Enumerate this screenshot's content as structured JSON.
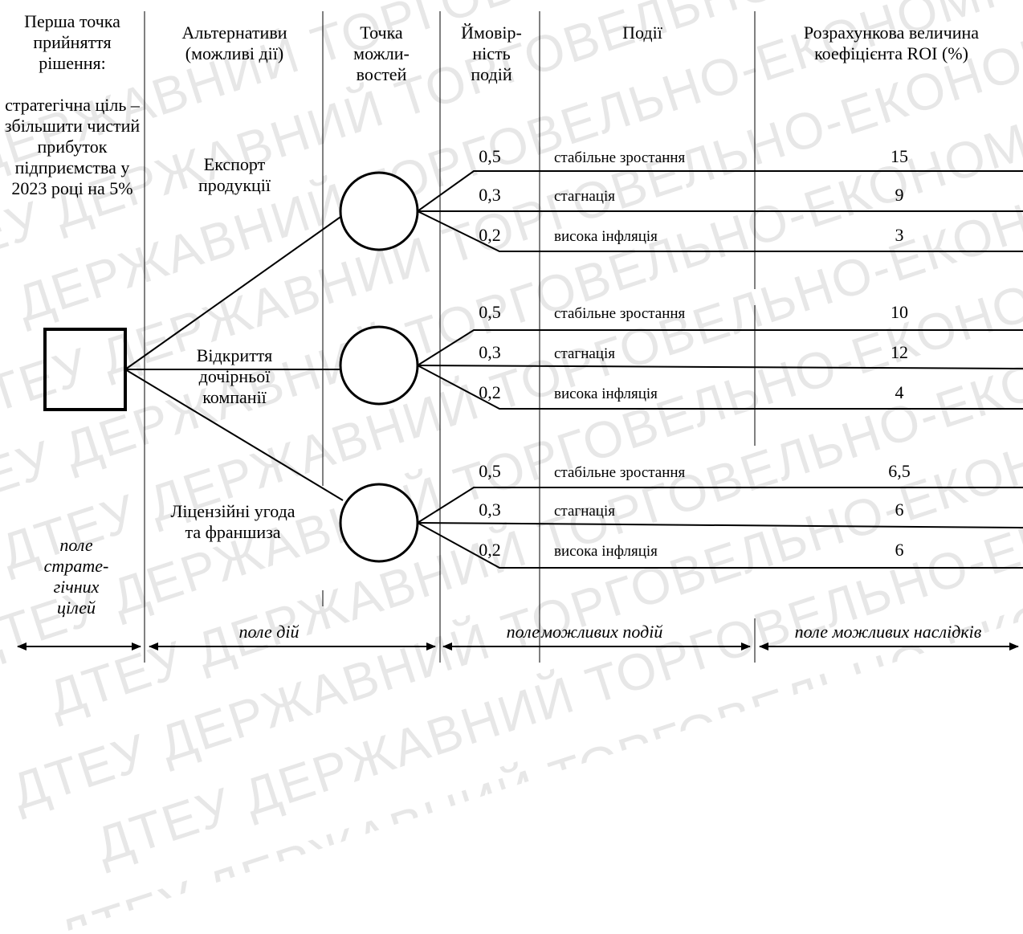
{
  "headers": {
    "decision_point": "Перша точка прийняття рішення:",
    "alternatives": "Альтернативи (можливі дії)",
    "opportunity_point": "Точка можли-востей",
    "probability": "Ймовір-ність подій",
    "events": "Події",
    "roi": "Розрахункова величина коефіцієнта ROI (%)"
  },
  "goal_text": "стратегічна ціль – збільшити чистий прибуток підприємства у 2023 році на 5%",
  "branches": [
    {
      "alternative": "Експорт продукції",
      "events": [
        {
          "probability": "0,5",
          "event": "стабільне зростання",
          "roi": "15"
        },
        {
          "probability": "0,3",
          "event": "стагнація",
          "roi": "9"
        },
        {
          "probability": "0,2",
          "event": "висока інфляція",
          "roi": "3"
        }
      ]
    },
    {
      "alternative": "Відкриття дочірньої компанії",
      "events": [
        {
          "probability": "0,5",
          "event": "стабільне зростання",
          "roi": "10"
        },
        {
          "probability": "0,3",
          "event": "стагнація",
          "roi": "12"
        },
        {
          "probability": "0,2",
          "event": "висока інфляція",
          "roi": "4"
        }
      ]
    },
    {
      "alternative": "Ліцензійні угода та франшиза",
      "events": [
        {
          "probability": "0,5",
          "event": "стабільне зростання",
          "roi": "6,5"
        },
        {
          "probability": "0,3",
          "event": "стагнація",
          "roi": "6"
        },
        {
          "probability": "0,2",
          "event": "висока інфляція",
          "roi": "6"
        }
      ]
    }
  ],
  "fields": {
    "goals": "поле страте-гічних цілей",
    "actions": "поле дій",
    "events_prefix": "поле",
    "events": "можливих подій",
    "outcomes": "поле можливих наслідків"
  },
  "watermark": "ДТЕУ ДЕРЖАВНИЙ ТОРГОВЕЛЬНО-ЕКОНОМІЧНИЙ УНІВЕРСИТЕТ"
}
